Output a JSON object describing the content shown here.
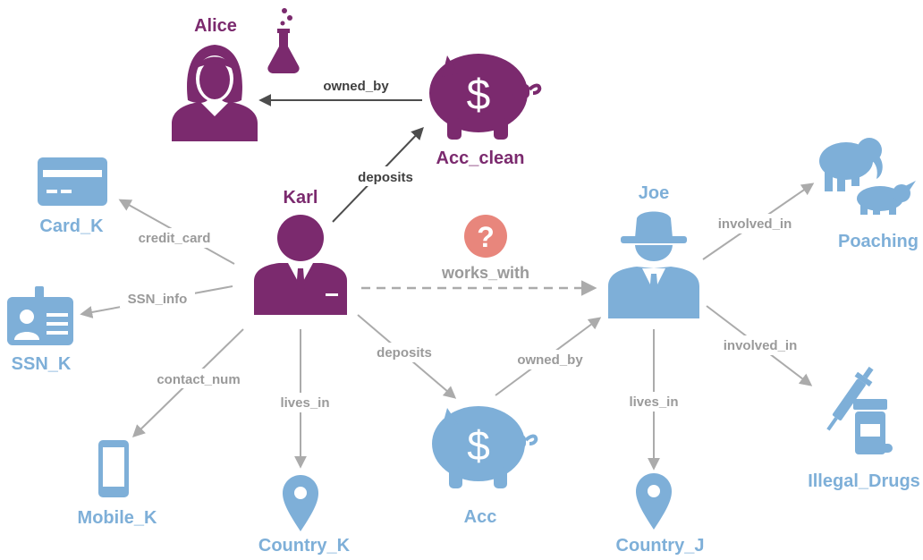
{
  "colors": {
    "purple": "#7b2a6e",
    "blue": "#7eafd8",
    "dark_edge": "#4d4d4d",
    "grey_edge": "#ababab",
    "question": "#e8867c"
  },
  "nodes": {
    "alice": {
      "label": "Alice",
      "icon": "woman-icon"
    },
    "flask": {
      "icon": "flask-icon"
    },
    "acc_clean": {
      "label": "Acc_clean",
      "icon": "piggy-bank-icon"
    },
    "karl": {
      "label": "Karl",
      "icon": "businessman-icon"
    },
    "joe": {
      "label": "Joe",
      "icon": "gangster-icon"
    },
    "card_k": {
      "label": "Card_K",
      "icon": "credit-card-icon"
    },
    "ssn_k": {
      "label": "SSN_K",
      "icon": "id-card-icon"
    },
    "mobile_k": {
      "label": "Mobile_K",
      "icon": "mobile-phone-icon"
    },
    "country_k": {
      "label": "Country_K",
      "icon": "location-pin-icon"
    },
    "acc": {
      "label": "Acc",
      "icon": "piggy-bank-icon"
    },
    "country_j": {
      "label": "Country_J",
      "icon": "location-pin-icon"
    },
    "poaching": {
      "label": "Poaching",
      "icon": "elephant-rhino-icon"
    },
    "illegal_drugs": {
      "label": "Illegal_Drugs",
      "icon": "syringe-pills-icon"
    }
  },
  "edges": {
    "owned_by_top": "owned_by",
    "deposits_top": "deposits",
    "credit_card": "credit_card",
    "ssn_info": "SSN_info",
    "contact_num": "contact_num",
    "lives_in_karl": "lives_in",
    "deposits_acc": "deposits",
    "owned_by_acc": "owned_by",
    "works_with": "works_with",
    "lives_in_joe": "lives_in",
    "involved_in_poaching": "involved_in",
    "involved_in_drugs": "involved_in"
  },
  "question_mark": "?"
}
